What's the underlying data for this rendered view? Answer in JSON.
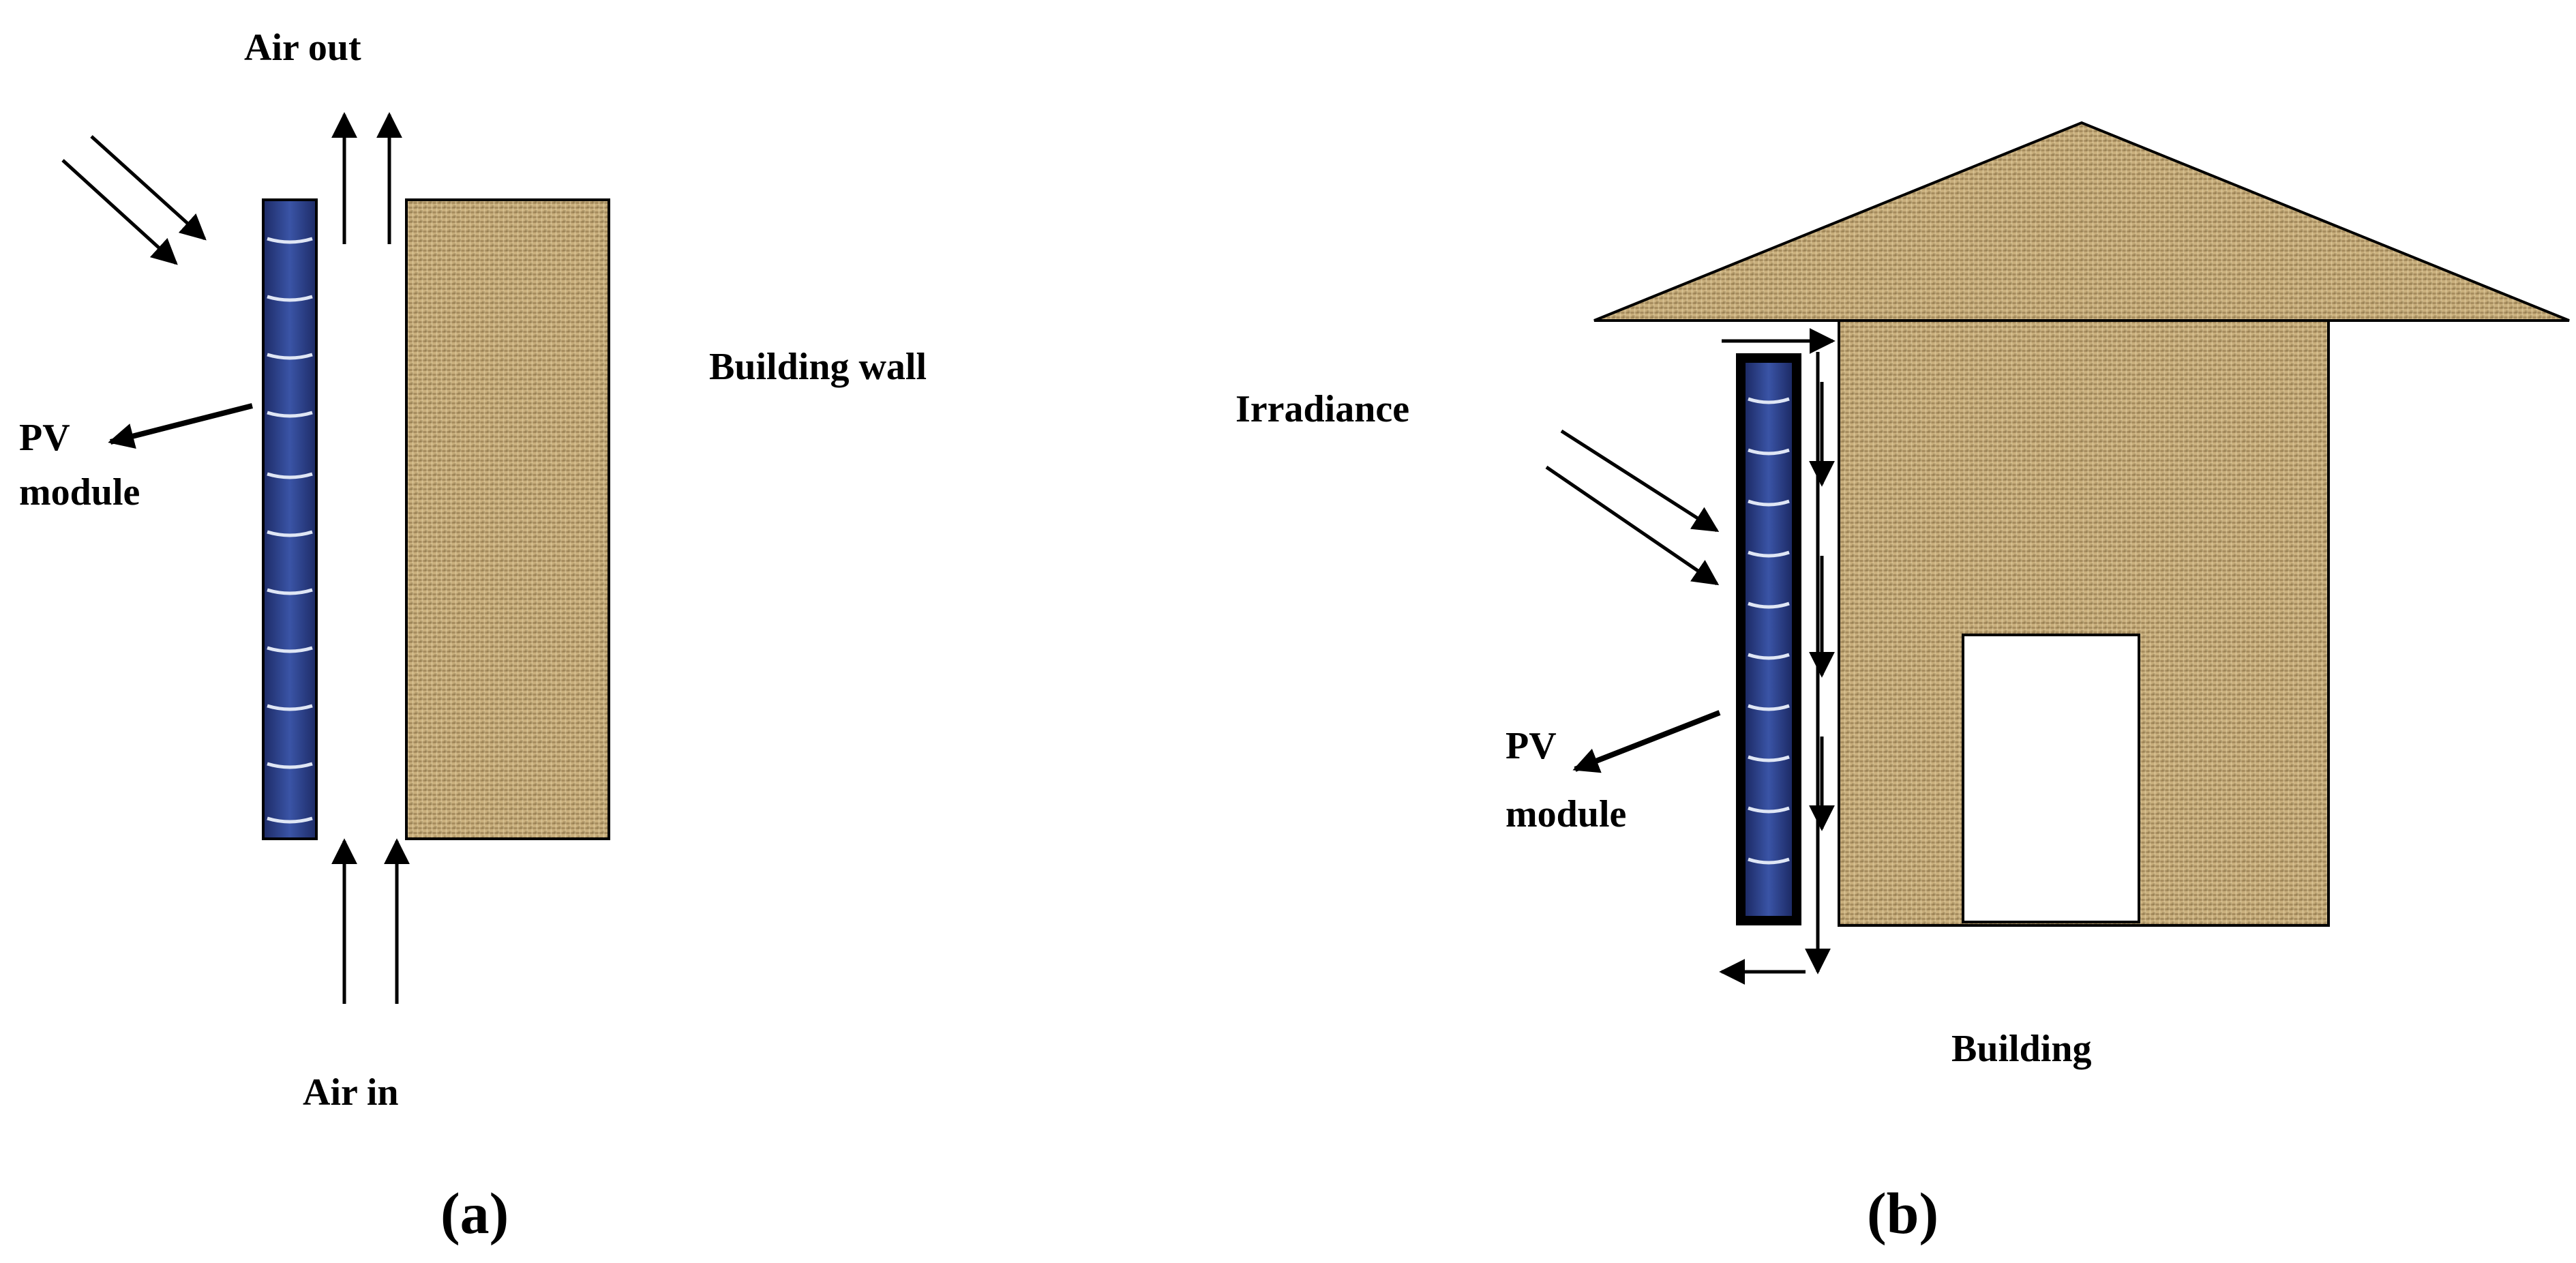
{
  "panel_a": {
    "caption": "(a)",
    "air_out": "Air out",
    "air_in": "Air in",
    "building_wall": "Building wall",
    "pv_line1": "PV",
    "pv_line2": "module"
  },
  "panel_b": {
    "caption": "(b)",
    "irradiance": "Irradiance",
    "pv_line1": "PV",
    "pv_line2": "module",
    "building": "Building"
  },
  "colors": {
    "texture_base": "#c8ae7c",
    "pv_blue": "#2c3f86",
    "pv_stripe": "#dfe6f5",
    "line": "#000000"
  }
}
